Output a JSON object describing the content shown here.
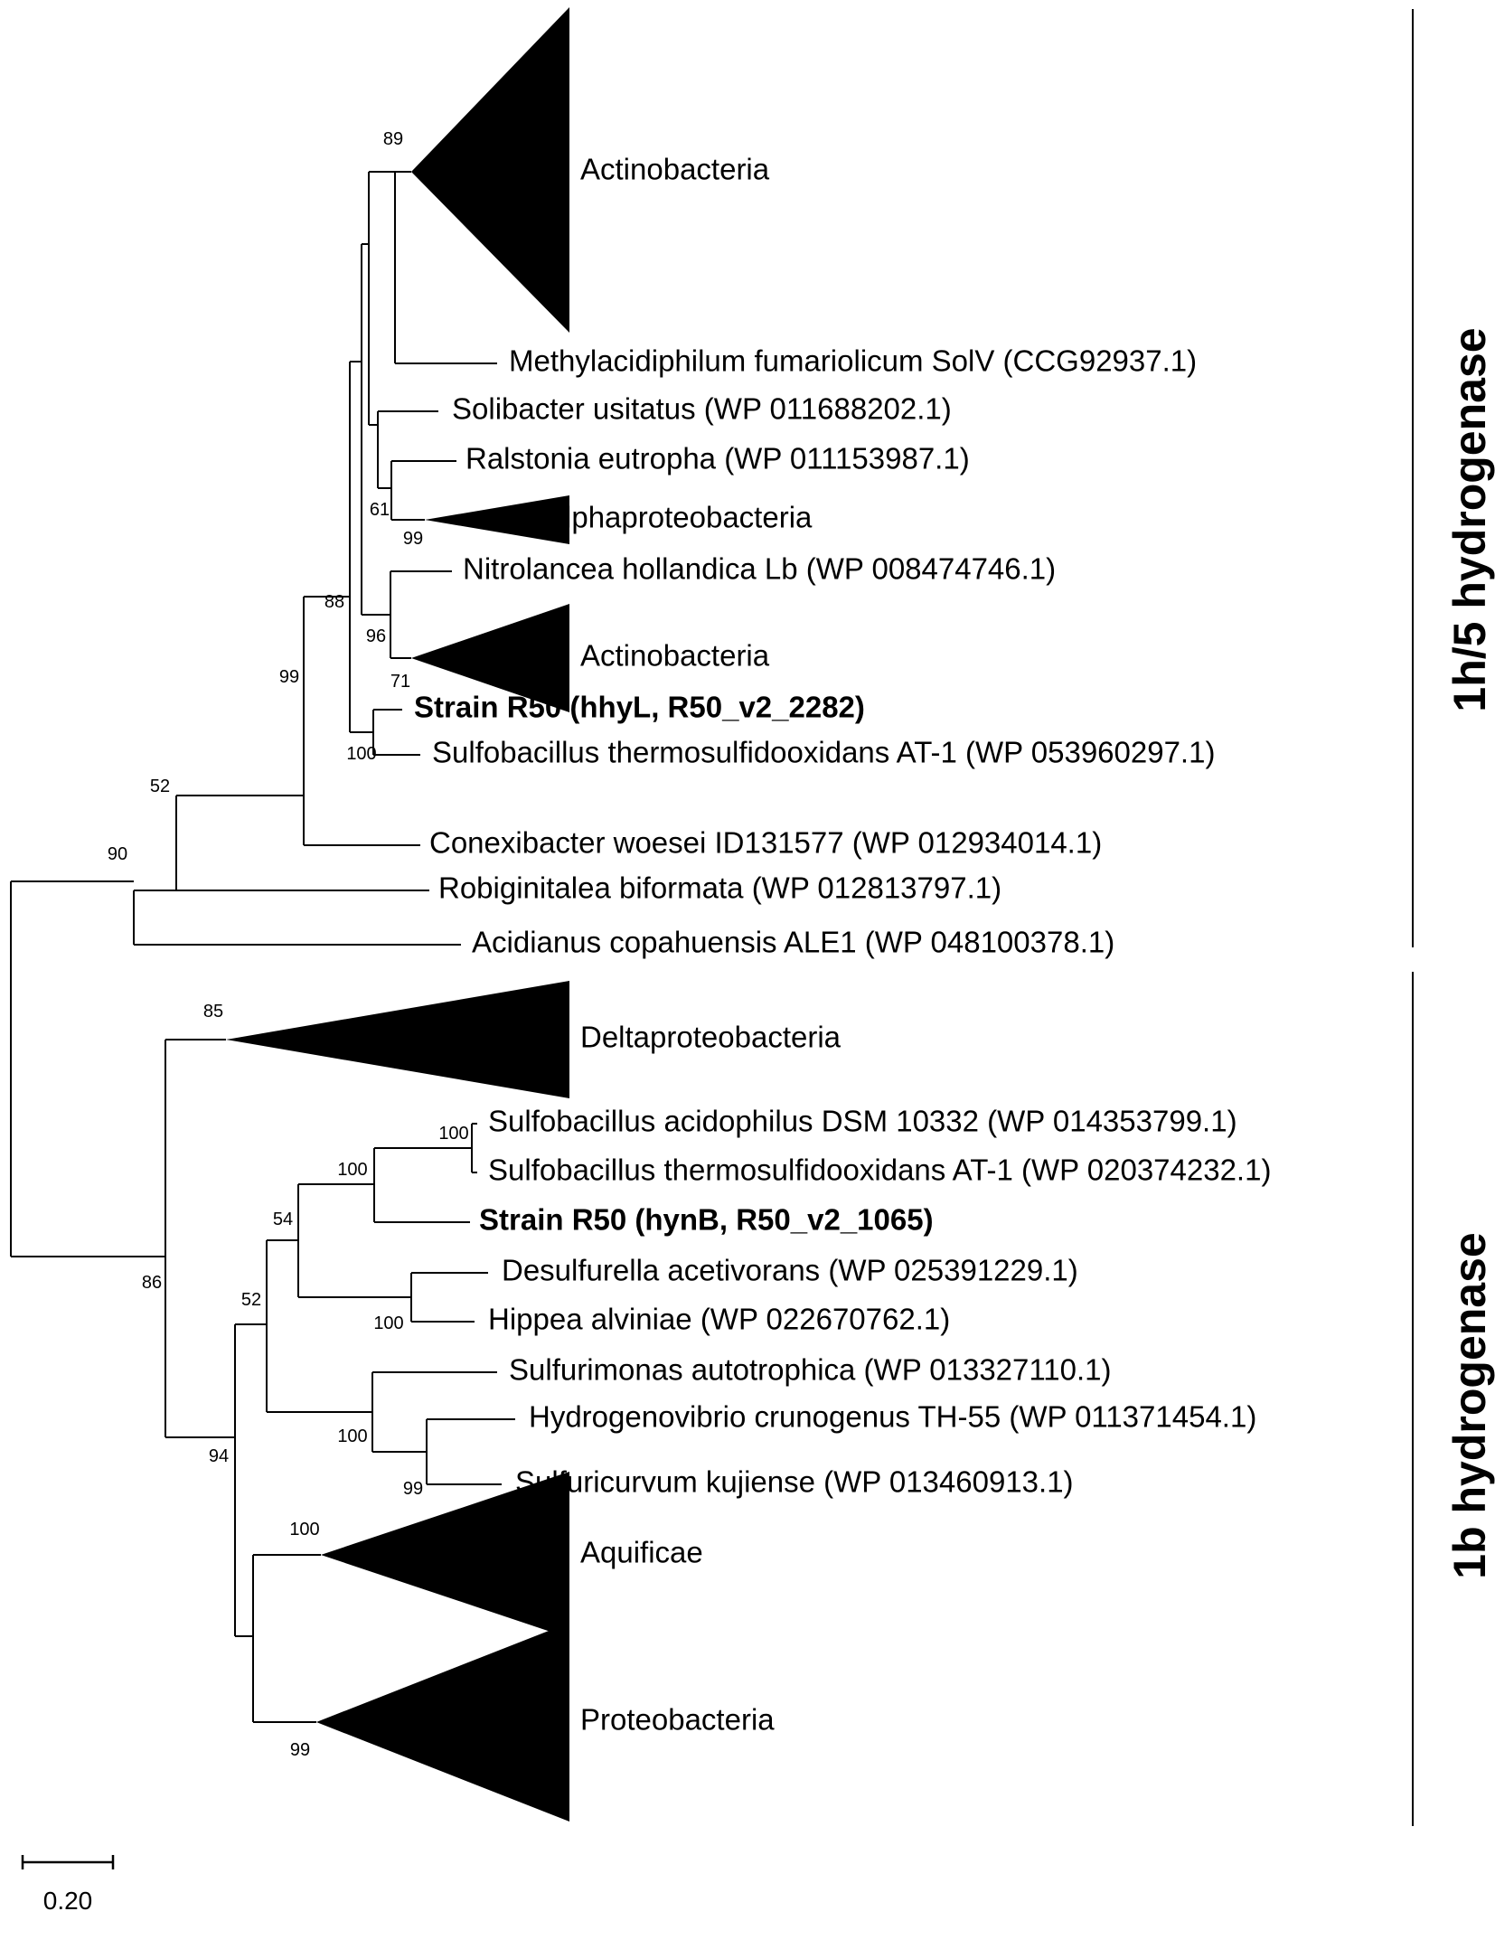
{
  "colors": {
    "ink": "#000000",
    "background": "#ffffff"
  },
  "groups": {
    "upper": "1h/5 hydrogenase",
    "lower": "1b hydrogenase"
  },
  "scale": {
    "label": "0.20"
  },
  "clades": [
    "Actinobacteria",
    "Alphaproteobacteria",
    "Actinobacteria",
    "Deltaproteobacteria",
    "Aquificae",
    "Proteobacteria"
  ],
  "taxa": [
    "Methylacidiphilum fumariolicum SolV (CCG92937.1)",
    "Solibacter usitatus (WP 011688202.1)",
    "Ralstonia eutropha (WP 011153987.1)",
    "Nitrolancea hollandica Lb (WP 008474746.1)",
    "Strain R50 (hhyL, R50_v2_2282)",
    "Sulfobacillus thermosulfidooxidans AT-1 (WP 053960297.1)",
    "Conexibacter woesei ID131577 (WP 012934014.1)",
    "Robiginitalea biformata (WP 012813797.1)",
    "Acidianus copahuensis ALE1 (WP 048100378.1)",
    "Sulfobacillus acidophilus DSM 10332 (WP 014353799.1)",
    "Sulfobacillus thermosulfidooxidans AT-1 (WP 020374232.1)",
    "Strain R50 (hynB, R50_v2_1065)",
    "Desulfurella acetivorans (WP 025391229.1)",
    "Hippea alviniae (WP 022670762.1)",
    "Sulfurimonas autotrophica (WP 013327110.1)",
    "Hydrogenovibrio crunogenus TH-55 (WP 011371454.1)",
    "Sulfuricurvum kujiense (WP 013460913.1)"
  ],
  "bootstrap": [
    "89",
    "61",
    "99",
    "96",
    "71",
    "88",
    "100",
    "99",
    "52",
    "90",
    "85",
    "100",
    "100",
    "54",
    "100",
    "52",
    "100",
    "99",
    "86",
    "100",
    "94",
    "99"
  ]
}
